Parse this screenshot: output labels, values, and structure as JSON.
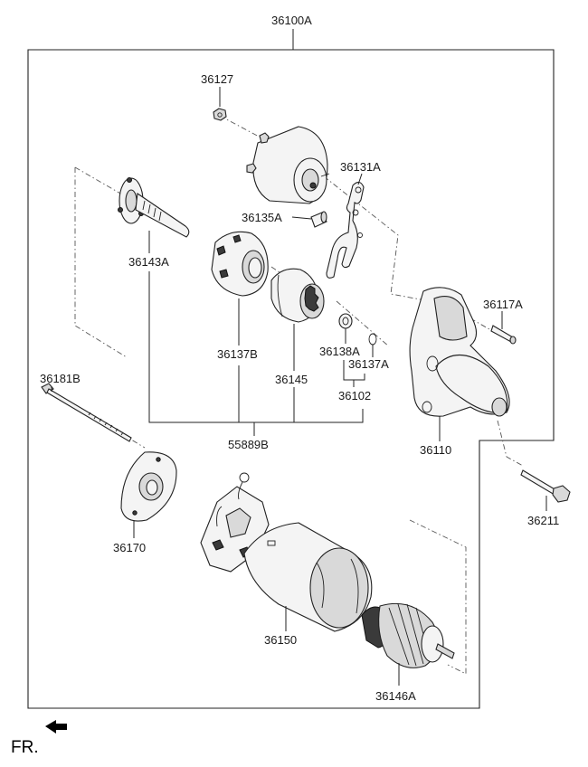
{
  "diagram": {
    "labels": {
      "assembly": "36100A",
      "p36127": "36127",
      "p36131A": "36131A",
      "p36135A": "36135A",
      "p36143A": "36143A",
      "p36137B": "36137B",
      "p36145": "36145",
      "p36138A": "36138A",
      "p36137A": "36137A",
      "p36102": "36102",
      "p36117A": "36117A",
      "p36181B": "36181B",
      "p55889B": "55889B",
      "p36110": "36110",
      "p36211": "36211",
      "p36170": "36170",
      "p36150": "36150",
      "p36146A": "36146A"
    },
    "direction": {
      "label": "FR.",
      "icon": "front-direction-arrow-icon"
    }
  }
}
